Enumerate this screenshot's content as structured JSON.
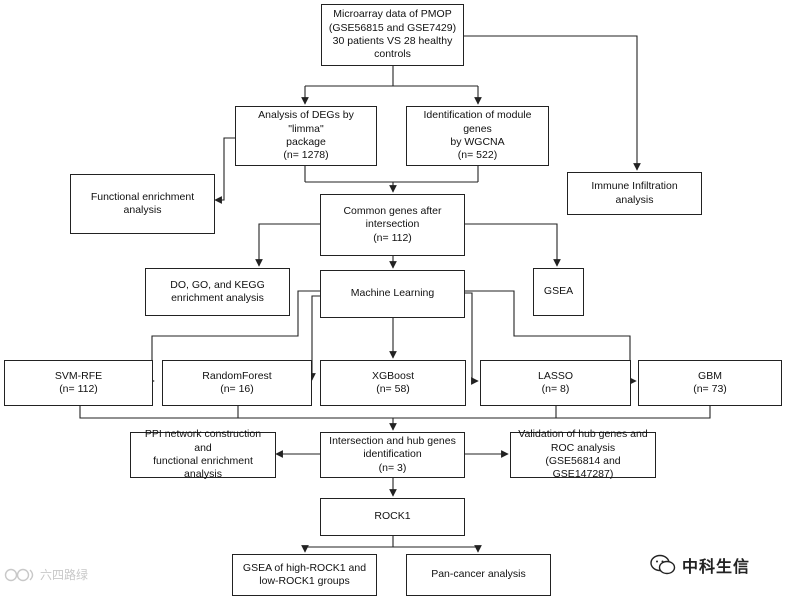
{
  "nodes": {
    "microarray": "Microarray data of PMOP\n(GSE56815 and GSE7429)\n30 patients VS 28 healthy\ncontrols",
    "degs": "Analysis of DEGs by \"limma\"\npackage\n(n= 1278)",
    "wgcna": "Identification of module genes\nby WGCNA\n(n= 522)",
    "functional_enrichment": "Functional enrichment\nanalysis",
    "immune": "Immune Infiltration analysis",
    "common_genes": "Common genes after\nintersection\n(n= 112)",
    "do_go_kegg": "DO, GO, and KEGG\nenrichment analysis",
    "machine_learning": "Machine Learning",
    "gsea": "GSEA",
    "svm_rfe": "SVM-RFE\n(n= 112)",
    "random_forest": "RandomForest\n(n= 16)",
    "xgboost": "XGBoost\n(n= 58)",
    "lasso": "LASSO\n(n= 8)",
    "gbm": "GBM\n(n= 73)",
    "intersection_hub": "Intersection and hub genes\nidentification\n(n= 3)",
    "ppi": "PPI network construction and\nfunctional enrichment analysis",
    "validation": "Validation of hub genes and\nROC analysis\n(GSE56814 and GSE147287)",
    "rock1": "ROCK1",
    "gsea_rock1": "GSEA of high-ROCK1 and\nlow-ROCK1 groups",
    "pan_cancer": "Pan-cancer analysis"
  },
  "watermarks": {
    "left_text": "六四路绿",
    "right_text": "中科生信"
  },
  "colors": {
    "line": "#222222",
    "watermark_left": "#c8c8c8"
  }
}
